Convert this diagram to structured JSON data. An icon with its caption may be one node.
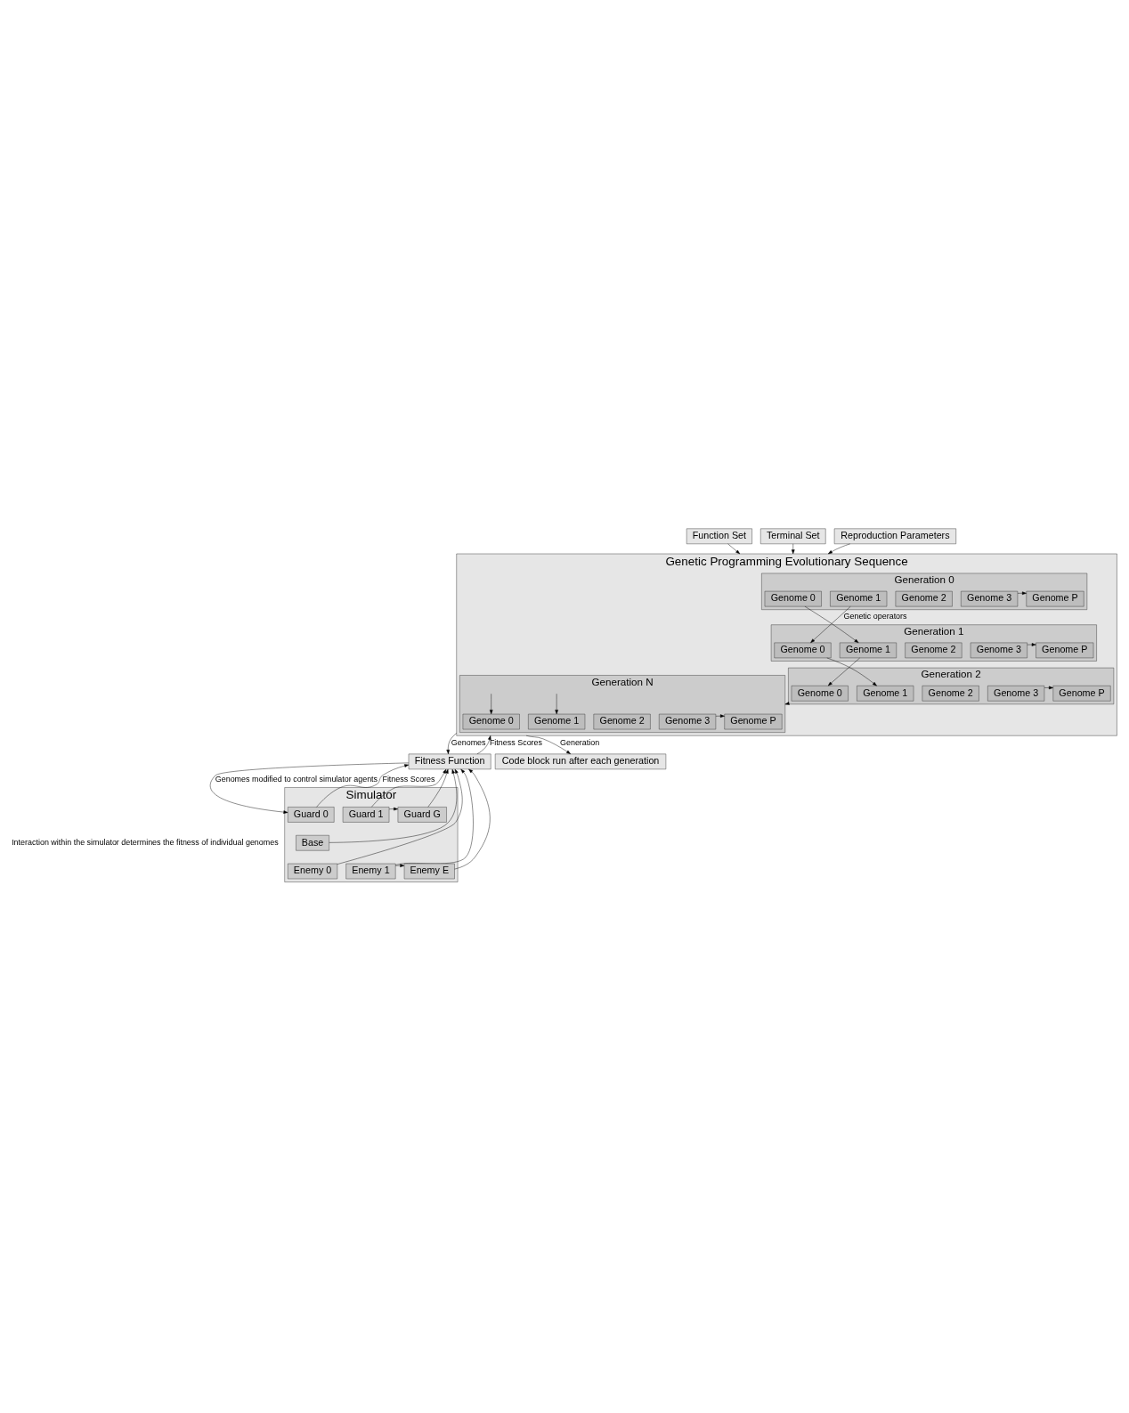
{
  "diagram": {
    "nodes": [
      {
        "text": [
          "Function Set"
        ]
      },
      {
        "text": [
          "Terminal Set"
        ]
      },
      {
        "text": [
          "Reproduction Parameters"
        ]
      },
      {
        "text": [
          "Genetic Programming Evolutionary Sequence"
        ]
      },
      {
        "text": [
          "Generation 0"
        ],
        "in": 3
      },
      {
        "text": [
          "Genome 0"
        ],
        "in": 4
      },
      {
        "text": [
          "Genome 1"
        ],
        "in": 4
      },
      {
        "text": [
          "Genome 2"
        ],
        "in": 4
      },
      {
        "text": [
          "Genome 3"
        ],
        "in": 4
      },
      {
        "text": [
          "Genome P"
        ],
        "in": 4
      },
      {
        "text": [
          "Generation 1"
        ],
        "in": 3
      },
      {
        "text": [
          "Genome 0"
        ],
        "in": 10
      },
      {
        "text": [
          "Genome 1"
        ],
        "in": 10
      },
      {
        "text": [
          "Genome 2"
        ],
        "in": 10
      },
      {
        "text": [
          "Genome 3"
        ],
        "in": 10
      },
      {
        "text": [
          "Genome P"
        ],
        "in": 10
      },
      {
        "text": [
          "Generation 2"
        ],
        "in": 3
      },
      {
        "text": [
          "Genome 0"
        ],
        "in": 16
      },
      {
        "text": [
          "Genome 1"
        ],
        "in": 16
      },
      {
        "text": [
          "Genome 2"
        ],
        "in": 16
      },
      {
        "text": [
          "Genome 3"
        ],
        "in": 16
      },
      {
        "text": [
          "Genome P"
        ],
        "in": 16
      },
      {
        "text": [
          "Generation N"
        ],
        "in": 3
      },
      {
        "text": [
          "Genome 0"
        ],
        "in": 22
      },
      {
        "text": [
          "Genome 1"
        ],
        "in": 22
      },
      {
        "text": [
          "Genome 2"
        ],
        "in": 22
      },
      {
        "text": [
          "Genome 3"
        ],
        "in": 22
      },
      {
        "text": [
          "Genome P"
        ],
        "in": 22
      },
      {
        "text": [
          "Fitness Function"
        ]
      },
      {
        "text": [
          "Code block run after each generation"
        ]
      },
      {
        "text": [
          "Simulator"
        ]
      },
      {
        "text": [
          "Guard 0"
        ],
        "in": 30
      },
      {
        "text": [
          "Guard 1"
        ],
        "in": 30
      },
      {
        "text": [
          "Guard G"
        ],
        "in": 30
      },
      {
        "text": [
          "Base"
        ],
        "in": 30
      },
      {
        "text": [
          "Enemy 0"
        ],
        "in": 30
      },
      {
        "text": [
          "Enemy 1"
        ],
        "in": 30
      },
      {
        "text": [
          "Enemy E"
        ],
        "in": 30
      }
    ],
    "edges": [
      {
        "from": 0,
        "to": 3,
        "arrow": "to"
      },
      {
        "from": 1,
        "to": 3,
        "arrow": "to"
      },
      {
        "from": 2,
        "to": 3,
        "arrow": "to"
      },
      {
        "from": 8,
        "to": 9,
        "arrow": "to"
      },
      {
        "from": 5,
        "to": 12,
        "arrow": "to"
      },
      {
        "from": 6,
        "to": 11,
        "arrow": "to",
        "label": "Genetic operators"
      },
      {
        "from": 14,
        "to": 15,
        "arrow": "to"
      },
      {
        "from": 11,
        "to": 18,
        "arrow": "to"
      },
      {
        "from": 12,
        "to": 17,
        "arrow": "to"
      },
      {
        "from": 20,
        "to": 21,
        "arrow": "to"
      },
      {
        "from": 16,
        "to": 22,
        "arrow": "to"
      },
      {
        "from": null,
        "to": 24,
        "arrow": "to"
      },
      {
        "from": null,
        "to": 23,
        "arrow": "to"
      },
      {
        "from": 26,
        "to": 27,
        "arrow": "to"
      },
      {
        "from": 3,
        "to": 28,
        "arrow": "to",
        "label": "Genomes"
      },
      {
        "from": 28,
        "to": 3,
        "arrow": "to",
        "label": "Fitness Scores"
      },
      {
        "from": 3,
        "to": 29,
        "arrow": "to",
        "label": "Generation"
      },
      {
        "from": 28,
        "to": 31,
        "arrow": "to",
        "label": "Genomes modified to control simulator agents"
      },
      {
        "from": 32,
        "to": 33,
        "arrow": "to"
      },
      {
        "from": 36,
        "to": 37,
        "arrow": "to"
      },
      {
        "from": 31,
        "to": 28,
        "arrow": "to",
        "label": "Fitness Scores"
      },
      {
        "from": 34,
        "to": 28,
        "arrow": "to"
      },
      {
        "from": 35,
        "to": 28,
        "arrow": "to"
      },
      {
        "from": 32,
        "to": 28,
        "arrow": "to"
      },
      {
        "from": 36,
        "to": 28,
        "arrow": "to"
      },
      {
        "from": 33,
        "to": 28,
        "arrow": "to"
      },
      {
        "from": 37,
        "to": 28,
        "arrow": "to"
      }
    ],
    "labels": [
      "Interaction within the simulator determines the fitness of individual genomes"
    ]
  }
}
